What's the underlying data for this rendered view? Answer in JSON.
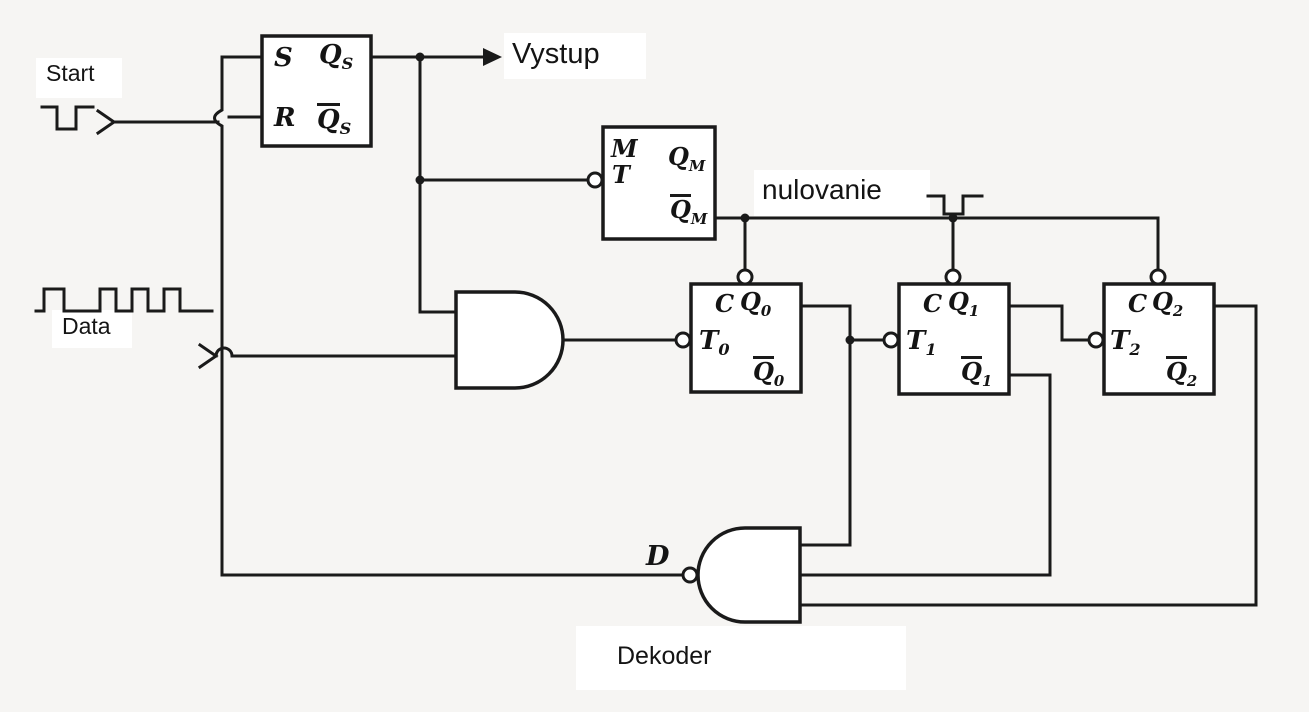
{
  "colors": {
    "ink": "#1a1a1a",
    "background": "#f6f5f3",
    "paper_patch": "#ffffff"
  },
  "signals": {
    "start": "Start",
    "data": "Data",
    "output": "Vystup",
    "reset": "nulovanie",
    "decoder_caption": "Dekoder",
    "decoder_output": "D"
  },
  "sr_flipflop": {
    "set": "S",
    "reset": "R",
    "q_base": "Q",
    "q_sub": "S",
    "qbar_base": "Q",
    "qbar_sub": "S"
  },
  "monostable": {
    "mode": "M",
    "trigger": "T",
    "q_base": "Q",
    "q_sub": "M",
    "qbar_base": "Q",
    "qbar_sub": "M"
  },
  "t_flipflops": [
    {
      "clock": "C",
      "name_base": "T",
      "name_sub": "0",
      "q_base": "Q",
      "q_sub": "0",
      "qbar_base": "Q",
      "qbar_sub": "0"
    },
    {
      "clock": "C",
      "name_base": "T",
      "name_sub": "1",
      "q_base": "Q",
      "q_sub": "1",
      "qbar_base": "Q",
      "qbar_sub": "1"
    },
    {
      "clock": "C",
      "name_base": "T",
      "name_sub": "2",
      "q_base": "Q",
      "q_sub": "2",
      "qbar_base": "Q",
      "qbar_sub": "2"
    }
  ],
  "icons": {
    "start_waveform": "negative-pulse",
    "data_waveform": "pulse-train",
    "reset_waveform": "negative-pulse",
    "start_input": "chevron-right",
    "data_input": "chevron-right",
    "output_arrow": "arrow-right"
  }
}
